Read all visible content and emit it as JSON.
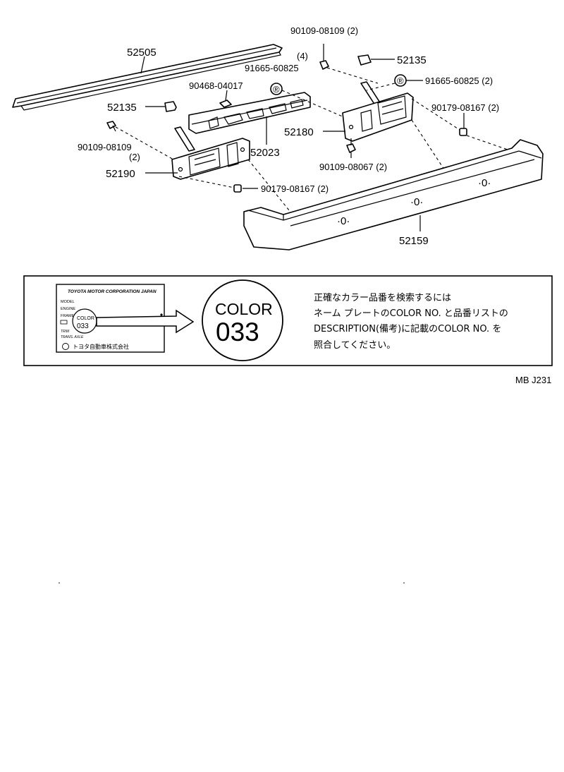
{
  "parts": {
    "p52505": "52505",
    "p52135_left": "52135",
    "p90468": "90468-04017",
    "p90109_left": "90109-08109",
    "p90109_left_qty": "(2)",
    "p52023": "52023",
    "p52190": "52190",
    "p90179_left": "90179-08167 (2)",
    "p90109_top": "90109-08109 (2)",
    "p91665_left_qty": "(4)",
    "p91665_left": "91665-60825",
    "p52135_right": "52135",
    "p91665_right": "91665-60825 (2)",
    "p90179_right": "90179-08167 (2)",
    "p52180": "52180",
    "p90109_bottom": "90109-08067 (2)",
    "p52159": "52159"
  },
  "color_box": {
    "plate_header": "TOYOTA MOTOR CORPORATION JAPAN",
    "plate_field_1": "MODEL",
    "plate_field_2": "ENGINE",
    "plate_field_3": "FRAME No.",
    "plate_field_4": "TRIM",
    "plate_field_5": "TRANS. AXLE",
    "plate_color_word": "COLOR",
    "plate_color_value": "033",
    "plate_footer": "トヨタ自動車株式会社",
    "circle_word": "COLOR",
    "circle_value": "033",
    "note_line_1": "正確なカラー品番を検索するには",
    "note_line_2": "ネーム プレートのCOLOR NO. と品番リストの",
    "note_line_3": "DESCRIPTION(備考)に記載のCOLOR NO. を",
    "note_line_4": "照合してください。"
  },
  "page_code": "MB J231"
}
